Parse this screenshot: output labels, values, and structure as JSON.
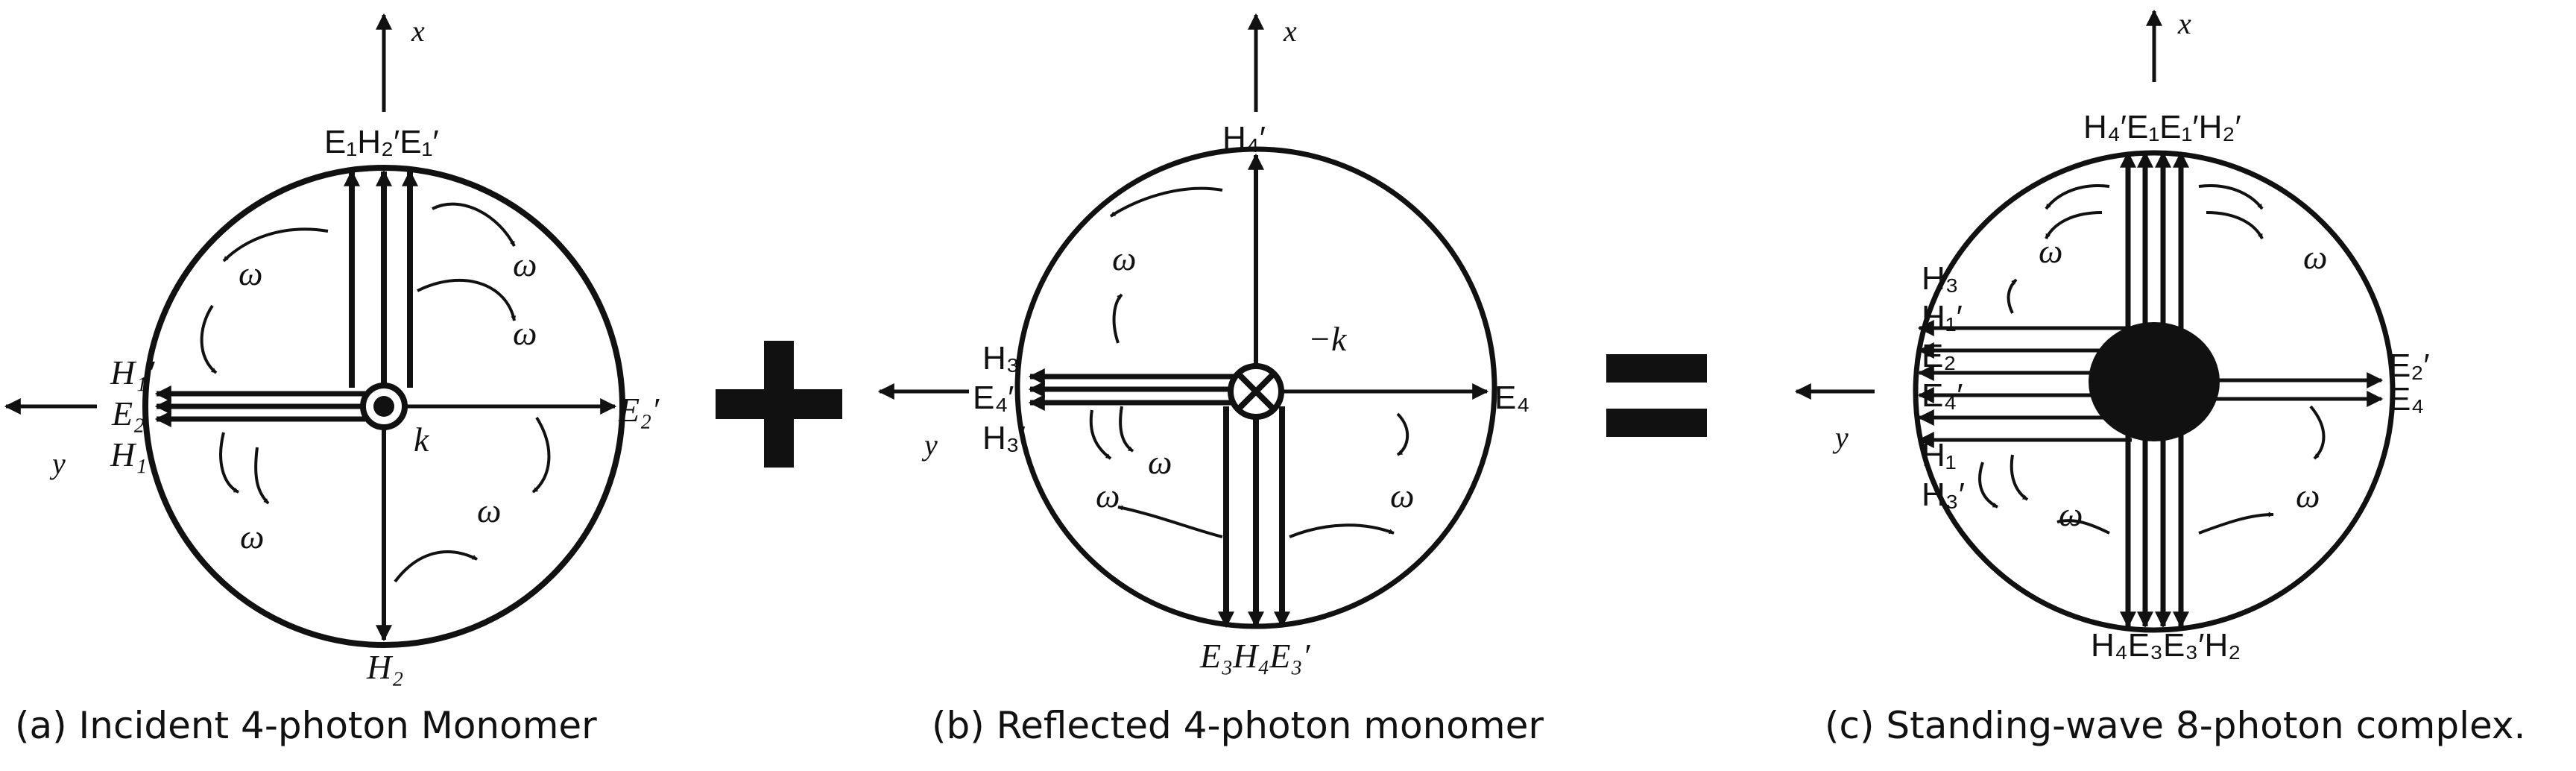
{
  "panel_a": {
    "caption": "(a) Incident 4-photon Monomer",
    "axis_x": "x",
    "axis_y": "y",
    "top_label": "E₁H₂′E₁′",
    "bottom_label": "H₂",
    "left_labels": [
      "H₁′",
      "E₂",
      "H₁"
    ],
    "right_label": "E₂′",
    "center_label": "k",
    "omega": "ω"
  },
  "plus_sign": "+",
  "panel_b": {
    "caption": "(b) Reflected 4-photon monomer",
    "axis_x": "x",
    "axis_y": "y",
    "top_label": "H₄′",
    "bottom_label": "E₃H₄E₃′",
    "left_labels": [
      "H₃",
      "E₄′",
      "H₃′"
    ],
    "right_label": "E₄",
    "center_label": "−k",
    "omega": "ω"
  },
  "equals_sign": "=",
  "panel_c": {
    "caption": "(c) Standing-wave 8-photon complex.",
    "axis_x": "x",
    "axis_y": "y",
    "top_label": "H₄′E₁E₁′H₂′",
    "bottom_label": "H₄E₃E₃′H₂",
    "left_labels": [
      "H₃",
      "H₁′",
      "E₂",
      "E₄′",
      "H₁",
      "H₃′"
    ],
    "right_labels": [
      "E₂′",
      "E₄"
    ],
    "omega": "ω"
  }
}
